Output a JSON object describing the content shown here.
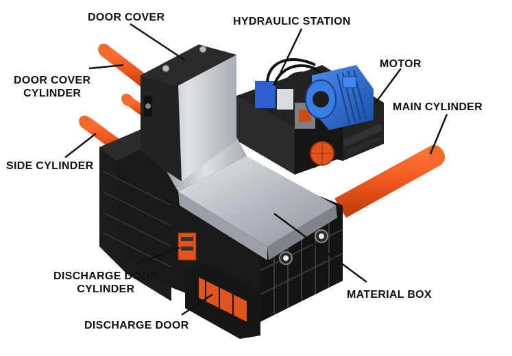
{
  "labels": {
    "door_cover": "DOOR COVER",
    "hydraulic_station": "HYDRAULIC STATION",
    "motor": "MOTOR",
    "door_cover_cylinder_l1": "DOOR COVER",
    "door_cover_cylinder_l2": "CYLINDER",
    "main_cylinder": "MAIN CYLINDER",
    "side_cylinder": "SIDE CYLINDER",
    "discharge_door_cylinder_l1": "DISCHARGE DOOR",
    "discharge_door_cylinder_l2": "CYLINDER",
    "material_box": "MATERIAL BOX",
    "discharge_door": "DISCHARGE DOOR"
  },
  "colors": {
    "cylinder_orange": "#f0581e",
    "frame_black": "#1c1c1c",
    "steel": "#c9cdd2",
    "motor_blue": "#2a6fd6"
  }
}
